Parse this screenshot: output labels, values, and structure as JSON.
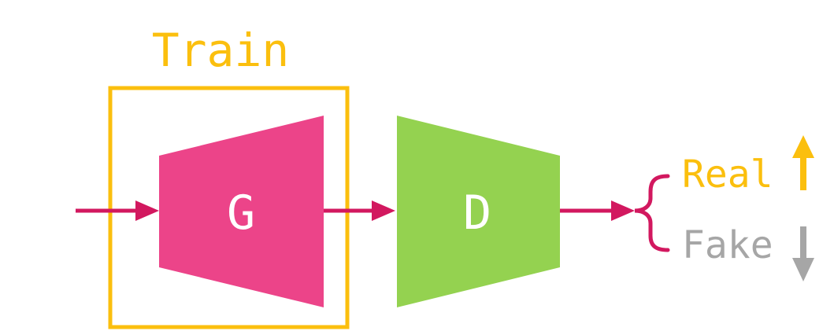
{
  "labels": {
    "train": "Train",
    "generator": "G",
    "discriminator": "D",
    "real": "Real",
    "fake": "Fake"
  },
  "colors": {
    "train": "#fbbf0e",
    "generator": "#ec4489",
    "discriminator": "#94d250",
    "arrow": "#d2185f",
    "real": "#fbbf0e",
    "fake": "#a6a6a6",
    "block_text": "#ffffff"
  },
  "icons": {
    "real_indicator": "arrow-up-icon",
    "fake_indicator": "arrow-down-icon"
  }
}
